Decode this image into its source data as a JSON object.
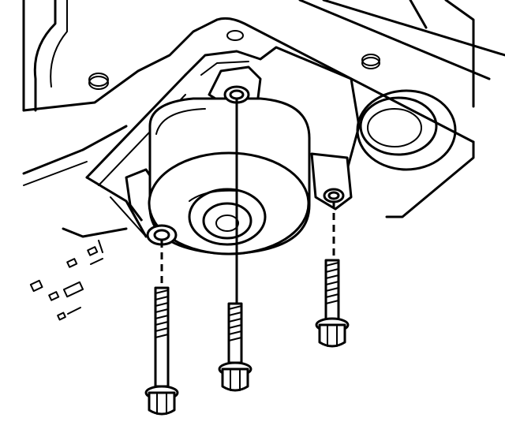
{
  "diagram": {
    "parts": [
      {
        "id": "housing",
        "icon": "transmission-case-housing"
      },
      {
        "id": "mount",
        "icon": "cylindrical-mount-assembly"
      },
      {
        "id": "bolt-left",
        "icon": "flange-bolt"
      },
      {
        "id": "bolt-center",
        "icon": "flange-bolt"
      },
      {
        "id": "bolt-right",
        "icon": "flange-bolt"
      }
    ],
    "colors": {
      "line": "#000000",
      "background": "#ffffff"
    }
  }
}
